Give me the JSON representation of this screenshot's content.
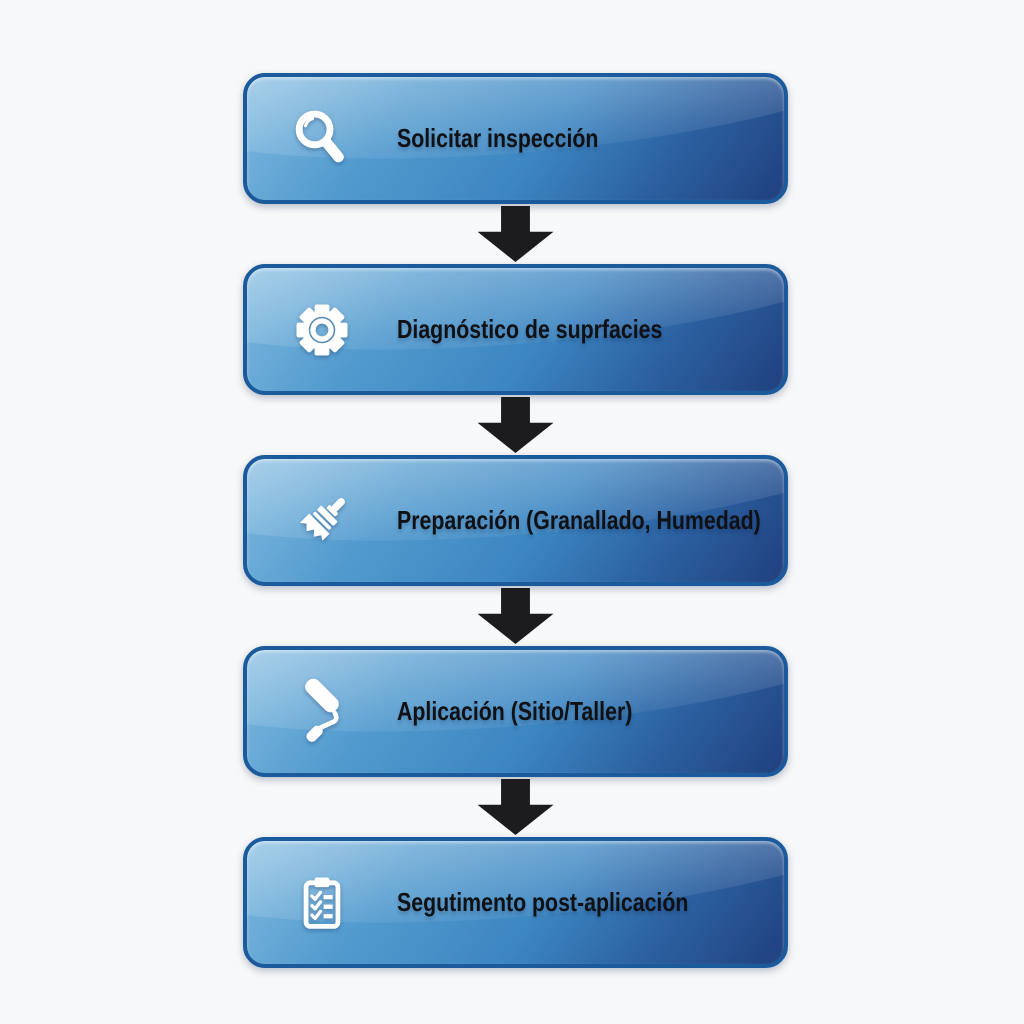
{
  "page": {
    "background": "#f7f8f9"
  },
  "flow": {
    "steps": [
      {
        "label": "Solicitar inspección",
        "icon": "magnifier-icon"
      },
      {
        "label": "Diagnóstico de suprfacies",
        "icon": "gear-icon"
      },
      {
        "label": "Preparación (Granallado, Humedad)",
        "icon": "paintbrush-icon"
      },
      {
        "label": "Aplicación (Sitio/Taller)",
        "icon": "paint-roller-icon"
      },
      {
        "label": "Segutimento post-aplicación",
        "icon": "clipboard-checklist-icon"
      }
    ],
    "connector": "down-arrow",
    "colors": {
      "box_gradient_start": "#7fb9df",
      "box_gradient_mid": "#3c86c2",
      "box_gradient_end": "#20407e",
      "box_border": "#1b5a9b",
      "arrow": "#1c1c1e",
      "icon": "#ffffff",
      "label_text": "#101114"
    }
  }
}
